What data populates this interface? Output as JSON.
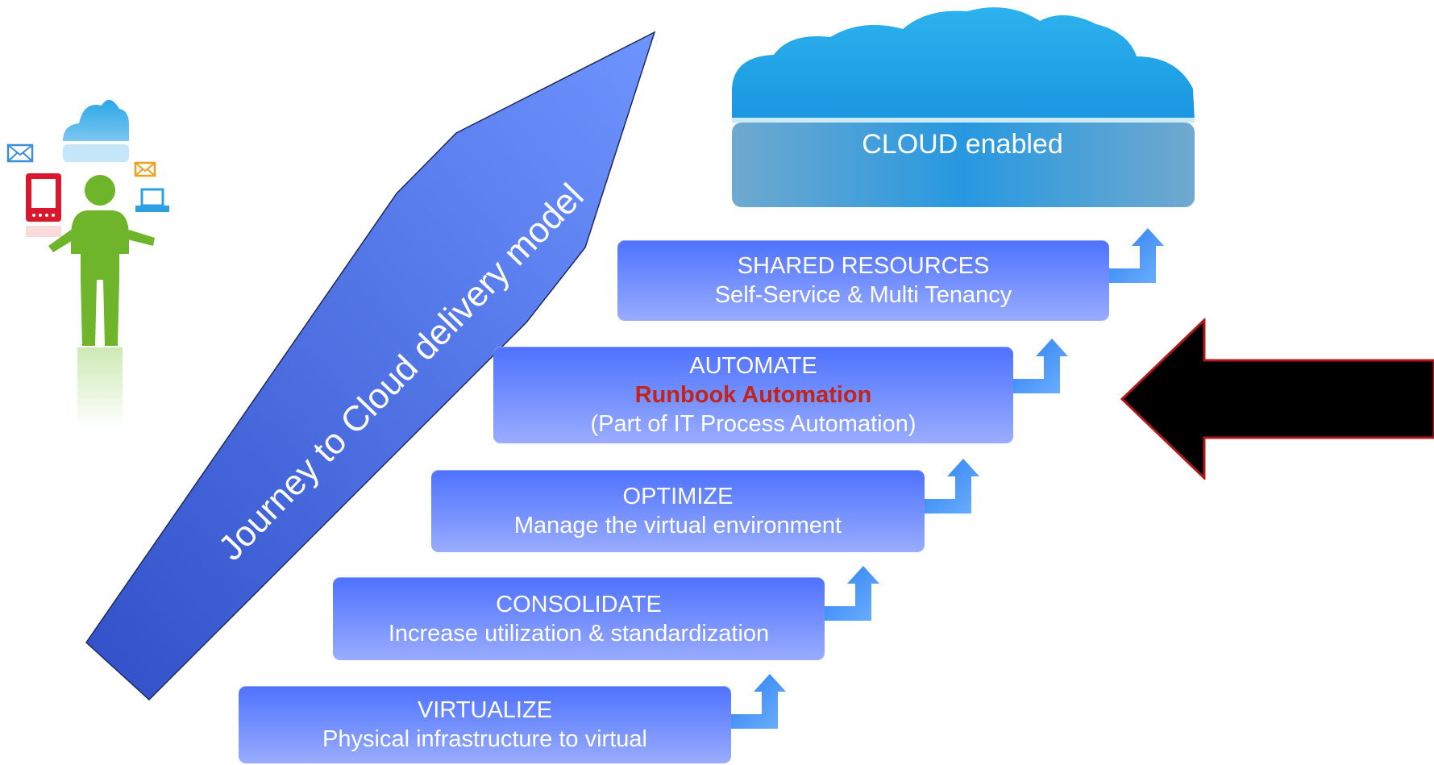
{
  "cloud": {
    "label": "CLOUD enabled"
  },
  "journey_arrow": {
    "label": "Journey to Cloud delivery model"
  },
  "steps": [
    {
      "title": "SHARED RESOURCES",
      "subtitle": "Self-Service & Multi Tenancy"
    },
    {
      "title": "AUTOMATE",
      "highlight": "Runbook Automation",
      "subtitle": "(Part of IT Process Automation)"
    },
    {
      "title": "OPTIMIZE",
      "subtitle": "Manage the virtual environment"
    },
    {
      "title": "CONSOLIDATE",
      "subtitle": "Increase utilization & standardization"
    },
    {
      "title": "VIRTUALIZE",
      "subtitle": "Physical infrastructure to virtual"
    }
  ],
  "colors": {
    "step_blue": "#5b7bff",
    "cloud_blue": "#1e9ee6",
    "highlight_red": "#c1251a",
    "person_green": "#6fb52c",
    "pointer_arrow": "#000000",
    "pointer_outline": "#b0181a"
  },
  "icons": [
    "person-icon",
    "small-cloud-icon",
    "envelope-icon",
    "tablet-icon",
    "laptop-icon",
    "up-arrow-icon",
    "pointer-arrow-icon"
  ]
}
